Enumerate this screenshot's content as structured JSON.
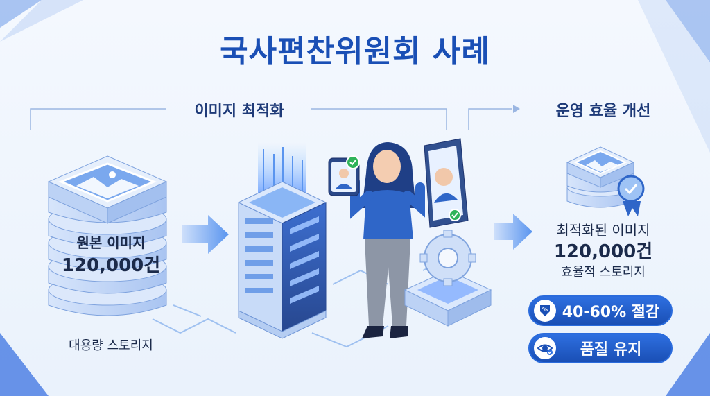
{
  "title": "국사편찬위원회 사례",
  "sections": {
    "optimization": "이미지 최적화",
    "efficiency": "운영 효율 개선"
  },
  "original": {
    "label": "원본 이미지",
    "count": "120,000건",
    "storage": "대용량 스토리지"
  },
  "optimized": {
    "label": "최적화된 이미지",
    "count": "120,000건",
    "storage": "효율적 스토리지"
  },
  "badges": {
    "savings": "40-60% 절감",
    "quality": "품질 유지"
  },
  "icons": [
    "image-icon",
    "server-icon",
    "photo-card-icon",
    "check-icon",
    "gear-icon",
    "award-badge-icon",
    "percent-down-icon",
    "eye-check-icon",
    "arrow-right-icon"
  ],
  "colors": {
    "primary": "#1a4fb5",
    "accent": "#2e6fe0",
    "check": "#2fb35a"
  }
}
